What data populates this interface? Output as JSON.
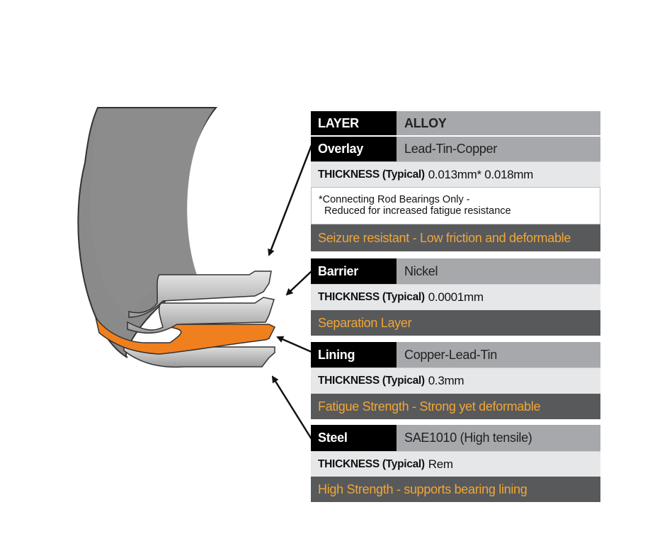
{
  "header": {
    "layer": "LAYER",
    "alloy": "ALLOY"
  },
  "thickness_label": "THICKNESS (Typical)",
  "layers": [
    {
      "name": "Overlay",
      "alloy": "Lead-Tin-Copper",
      "thickness": "0.013mm* 0.018mm",
      "note_line1": "*Connecting Rod Bearings Only -",
      "note_line2": "Reduced for increased fatigue resistance",
      "property": "Seizure resistant - Low friction and deformable"
    },
    {
      "name": "Barrier",
      "alloy": "Nickel",
      "thickness": "0.0001mm",
      "property": "Separation Layer"
    },
    {
      "name": "Lining",
      "alloy": "Copper-Lead-Tin",
      "thickness": "0.3mm",
      "property": "Fatigue Strength - Strong yet deformable"
    },
    {
      "name": "Steel",
      "alloy": "SAE1010 (High tensile)",
      "thickness": "Rem",
      "property": "High Strength - supports bearing lining"
    }
  ],
  "colors": {
    "accent": "#f0a637",
    "lining": "#f07f1e",
    "dark_row": "#58595b",
    "header": "#a7a8ab"
  }
}
